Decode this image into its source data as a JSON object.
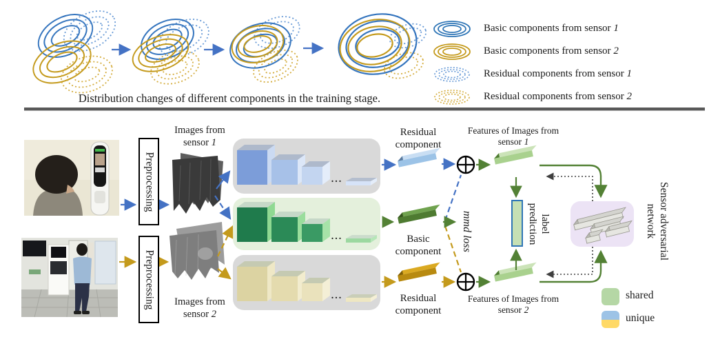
{
  "colors": {
    "blue": "#4472C4",
    "blue_contour": "#3575BE",
    "gold": "#C49A1C",
    "green": "#538135",
    "shared_green": "#A9D18E",
    "unique_blue": "#9DC3E6",
    "unique_gold": "#FFD966",
    "adversarial_bg": "#ECE3F5",
    "divider_gray": "#595959"
  },
  "top_section": {
    "caption": "Distribution changes of different components in the training stage.",
    "legend_items": [
      {
        "prefix": "Basic components from sensor ",
        "num": "1"
      },
      {
        "prefix": "Basic components from sensor ",
        "num": "2"
      },
      {
        "prefix": "Residual components from sensor ",
        "num": "1"
      },
      {
        "prefix": "Residual components from sensor ",
        "num": "2"
      }
    ]
  },
  "diagram": {
    "preprocessing": "Preprocessing",
    "ellipsis": "...",
    "inputs": [
      {
        "line1": "Images from",
        "prefix": "sensor ",
        "num": "1"
      },
      {
        "line1": "Images from",
        "prefix": "sensor ",
        "num": "2"
      }
    ],
    "components": {
      "residual1": {
        "line1": "Residual",
        "line2": "component"
      },
      "basic": {
        "line1": "Basic",
        "line2": "component"
      },
      "residual2": {
        "line1": "Residual",
        "line2": "component"
      }
    },
    "features": [
      {
        "line1": "Features of Images from",
        "prefix": "sensor ",
        "num": "1"
      },
      {
        "line1": "Features of Images from",
        "prefix": "sensor ",
        "num": "2"
      }
    ],
    "mmd_loss": "mmd loss",
    "label_prediction": {
      "line1": "label",
      "line2": "prediction"
    },
    "adversarial": {
      "line1": "Sensor adversarial",
      "line2": "network"
    },
    "mini_legend": {
      "shared": "shared",
      "unique": "unique"
    }
  }
}
